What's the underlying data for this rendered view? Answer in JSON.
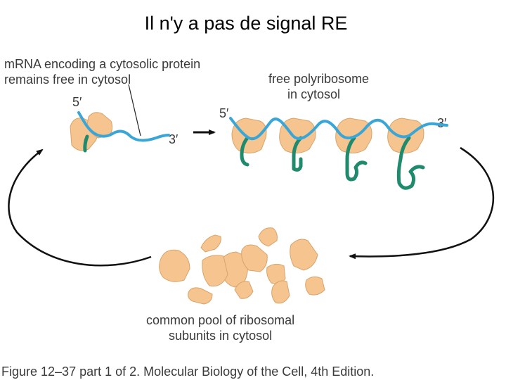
{
  "title": "Il n'y a pas de signal RE",
  "labels": {
    "mrna_line1": "mRNA encoding a cytosolic protein",
    "mrna_line2": "remains free in cytosol",
    "poly_line1": "free polyribosome",
    "poly_line2": "in cytosol",
    "pool_line1": "common pool of ribosomal",
    "pool_line2": "subunits in cytosol",
    "five_prime": "5′",
    "three_prime": "3′"
  },
  "caption": "Figure 12–37 part 1 of 2. Molecular Biology of the Cell, 4th Edition.",
  "colors": {
    "ribosome": "#f6c58f",
    "ribosome_edge": "#d9a36a",
    "mrna": "#3aa6d8",
    "peptide": "#1f8a6c",
    "arrow": "#111111"
  }
}
